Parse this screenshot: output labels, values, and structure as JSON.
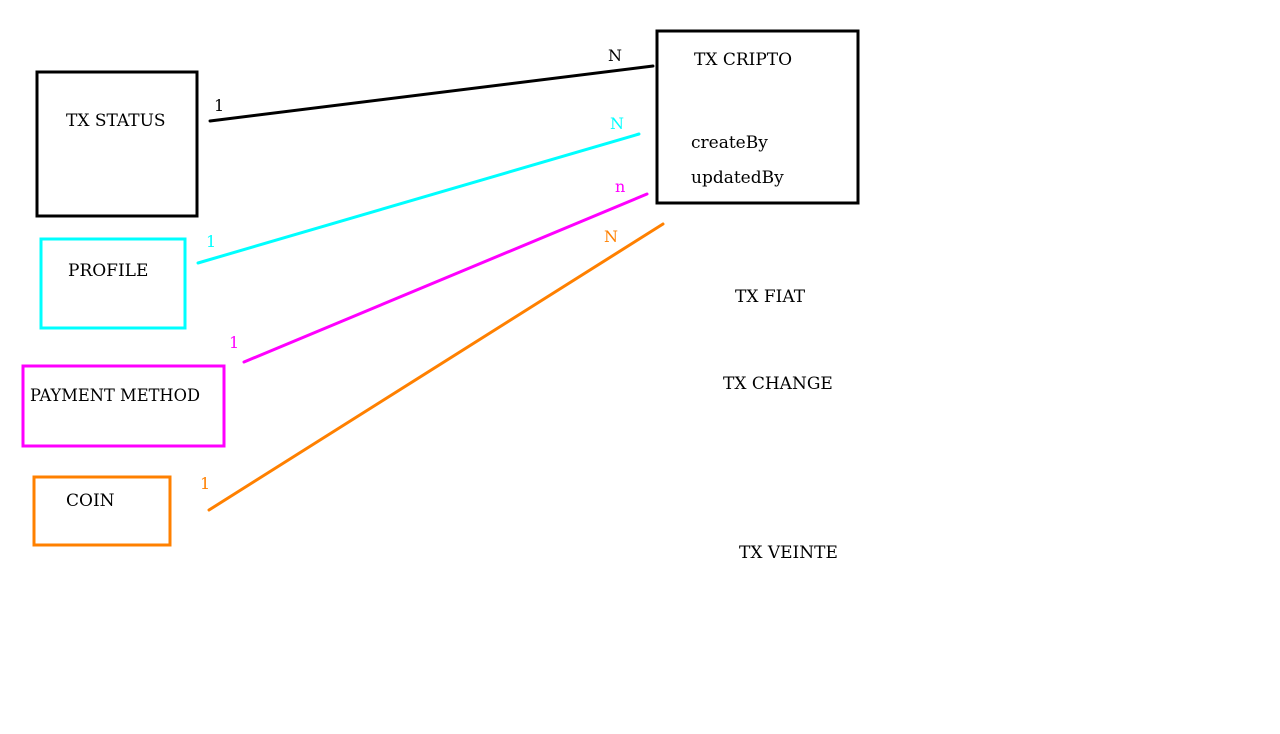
{
  "diagram": {
    "entities": {
      "tx_status": {
        "label": "TX STATUS",
        "color": "#000000"
      },
      "profile": {
        "label": "PROFILE",
        "color": "#00ffff"
      },
      "payment_method": {
        "label": "PAYMENT METHOD",
        "color": "#ff00ff"
      },
      "coin": {
        "label": "COIN",
        "color": "#ff8000"
      },
      "tx_cripto": {
        "label": "TX CRIPTO",
        "color": "#000000",
        "fields": [
          "createBy",
          "updatedBy"
        ]
      }
    },
    "relations": [
      {
        "from": "TX STATUS",
        "to": "TX CRIPTO",
        "from_card": "1",
        "to_card": "N",
        "color": "#000000"
      },
      {
        "from": "PROFILE",
        "to": "TX CRIPTO",
        "from_card": "1",
        "to_card": "N",
        "color": "#00ffff"
      },
      {
        "from": "PAYMENT METHOD",
        "to": "TX CRIPTO",
        "from_card": "1",
        "to_card": "n",
        "color": "#ff00ff"
      },
      {
        "from": "COIN",
        "to": "TX CRIPTO",
        "from_card": "1",
        "to_card": "N",
        "color": "#ff8000"
      }
    ],
    "other_tables": [
      "TX FIAT",
      "TX CHANGE",
      "TX VEINTE"
    ]
  }
}
